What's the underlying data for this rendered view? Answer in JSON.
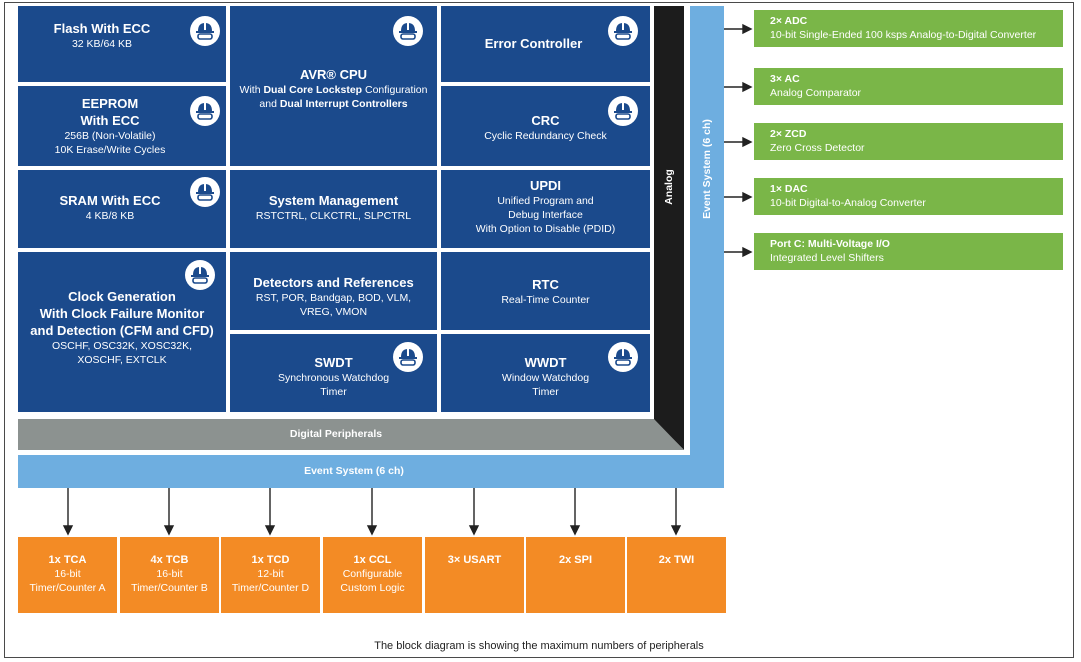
{
  "blocks": {
    "flash": {
      "title": "Flash With ECC",
      "sub": "32 KB/64 KB"
    },
    "cpu": {
      "title": "AVR® CPU",
      "line1_pre": "With ",
      "line1_bold": "Dual Core Lockstep",
      "line1_post": " Configuration",
      "line2_pre": "and ",
      "line2_bold": "Dual Interrupt Controllers"
    },
    "error": {
      "title": "Error Controller"
    },
    "eeprom": {
      "title1": "EEPROM",
      "title2": "With ECC",
      "sub1": "256B (Non-Volatile)",
      "sub2": "10K Erase/Write Cycles"
    },
    "crc": {
      "title": "CRC",
      "sub": "Cyclic Redundancy Check"
    },
    "sram": {
      "title": "SRAM With ECC",
      "sub": "4 KB/8 KB"
    },
    "sysmgmt": {
      "title": "System Management",
      "sub": "RSTCTRL, CLKCTRL, SLPCTRL"
    },
    "updi": {
      "title": "UPDI",
      "sub1": "Unified Program and",
      "sub2": "Debug Interface",
      "sub3": "With Option to Disable (PDID)"
    },
    "clock": {
      "title1": "Clock Generation",
      "title2": "With Clock Failure Monitor",
      "title3": "and Detection (CFM and CFD)",
      "sub1": "OSCHF, OSC32K, XOSC32K,",
      "sub2": "XOSCHF, EXTCLK"
    },
    "detectors": {
      "title": "Detectors and References",
      "sub1": "RST, POR, Bandgap, BOD, VLM,",
      "sub2": "VREG, VMON"
    },
    "rtc": {
      "title": "RTC",
      "sub": "Real-Time Counter"
    },
    "swdt": {
      "title": "SWDT",
      "sub1": "Synchronous Watchdog",
      "sub2": "Timer"
    },
    "wwdt": {
      "title": "WWDT",
      "sub1": "Window Watchdog",
      "sub2": "Timer"
    }
  },
  "bars": {
    "digital": "Digital Peripherals",
    "analog": "Analog",
    "event_h": "Event System (6 ch)",
    "event_v": "Event System (6 ch)"
  },
  "analog_peripherals": [
    {
      "title": "2× ADC",
      "sub": "10-bit Single-Ended 100 ksps Analog-to-Digital Converter"
    },
    {
      "title": "3× AC",
      "sub": "Analog Comparator"
    },
    {
      "title": "2× ZCD",
      "sub": "Zero Cross Detector"
    },
    {
      "title": "1× DAC",
      "sub": "10-bit Digital-to-Analog Converter"
    },
    {
      "title": "Port C:  Multi-Voltage I/O",
      "sub": "Integrated Level Shifters"
    }
  ],
  "digital_peripherals": [
    {
      "title": "1x TCA",
      "sub1": "16-bit",
      "sub2": "Timer/Counter A"
    },
    {
      "title": "4x TCB",
      "sub1": "16-bit",
      "sub2": "Timer/Counter B"
    },
    {
      "title": "1x TCD",
      "sub1": "12-bit",
      "sub2": "Timer/Counter D"
    },
    {
      "title": "1x CCL",
      "sub1": "Configurable",
      "sub2": "Custom Logic"
    },
    {
      "title": "3× USART",
      "sub1": "",
      "sub2": ""
    },
    {
      "title": "2x SPI",
      "sub1": "",
      "sub2": ""
    },
    {
      "title": "2x TWI",
      "sub1": "",
      "sub2": ""
    }
  ],
  "footer": "The block diagram is showing the maximum numbers of peripherals",
  "colors": {
    "core": "#1b4a8c",
    "event": "#6eaee0",
    "digital": "#8c9290",
    "analog": "#1c1c1c",
    "green": "#7ab648",
    "orange": "#f38b25"
  },
  "icons": {
    "safety": "safety-helmet-goggles-icon"
  }
}
